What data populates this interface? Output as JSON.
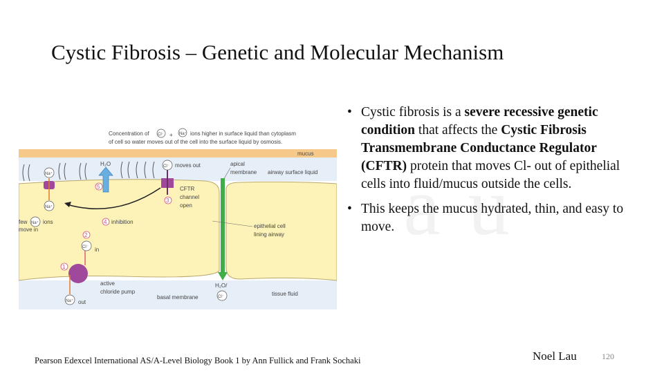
{
  "slide": {
    "title": "Cystic Fibrosis – Genetic and Molecular Mechanism",
    "author": "Noel Lau",
    "page_number": "120",
    "source": "Pearson Edexcel International AS/A-Level Biology Book 1 by Ann Fullick and Frank Sochaki",
    "watermark": "l au"
  },
  "bullets": {
    "b1_pre": "Cystic fibrosis is a ",
    "b1_bold1": "severe recessive genetic condition",
    "b1_mid": " that affects the ",
    "b1_bold2": "Cystic Fibrosis Transmembrane Conductance Regulator (CFTR)",
    "b1_post": " protein that moves Cl- out of epithelial cells into fluid/mucus outside the cells.",
    "b2": "This keeps the mucus hydrated, thin, and easy to move."
  },
  "diagram": {
    "caption_a": "Concentration of",
    "caption_plus": "+",
    "caption_b": "ions higher in surface liquid than cytoplasm",
    "caption_c": "of cell so water moves out of the cell into the surface liquid by osmosis.",
    "cl": "Cl⁻",
    "na": "Na⁺",
    "mucus": "mucus",
    "airway_surface_liquid": "airway surface liquid",
    "h2o": "H₂O",
    "cl_moves_out": "moves out",
    "apical_1": "apical",
    "apical_2": "membrane",
    "cftr_1": "CFTR",
    "cftr_2": "channel",
    "cftr_3": "open",
    "few": "few",
    "ions": "ions",
    "move_in": "move in",
    "inhibition": "inhibition",
    "epithelial_1": "epithelial cell",
    "epithelial_2": "lining airway",
    "in": "in",
    "active_1": "active",
    "active_2": "chloride pump",
    "out": "out",
    "basal": "basal membrane",
    "h2o_slash": "H₂O/",
    "tissue_fluid": "tissue fluid",
    "n1": "1",
    "n2": "2",
    "n3": "3",
    "n4": "4",
    "n5": "5"
  }
}
